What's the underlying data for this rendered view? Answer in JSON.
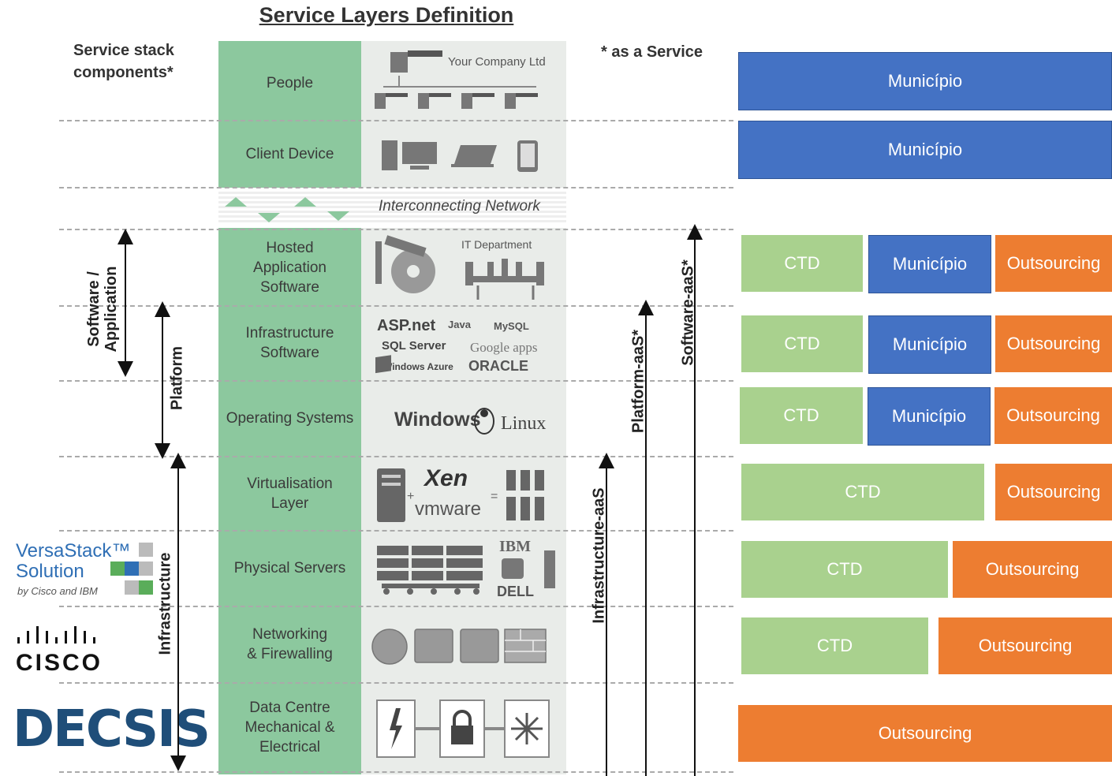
{
  "diagram": {
    "title": "Service Layers Definition",
    "stack_header": "Service stack\ncomponents*",
    "aas_header": "* as a Service",
    "network_label": "Interconnecting Network",
    "layers": [
      {
        "label": "People",
        "icon_text": "Your Company Ltd"
      },
      {
        "label": "Client Device",
        "icon_text": ""
      },
      {
        "label": "Hosted\nApplication\nSoftware",
        "icon_text": "IT Department"
      },
      {
        "label": "Infrastructure\nSoftware",
        "icon_text": ""
      },
      {
        "label": "Operating Systems",
        "icon_text": ""
      },
      {
        "label": "Virtualisation\nLayer",
        "icon_text": ""
      },
      {
        "label": "Physical Servers",
        "icon_text": ""
      },
      {
        "label": "Networking\n& Firewalling",
        "icon_text": ""
      },
      {
        "label": "Data Centre\nMechanical &\nElectrical",
        "icon_text": ""
      }
    ],
    "vendor_logos": {
      "aspnet": "ASP.net",
      "java": "Java",
      "mysql": "MySQL",
      "sqlserver": "SQL Server",
      "googleapps": "Google apps",
      "azure": "Windows Azure",
      "oracle": "ORACLE",
      "windows": "Windows",
      "linux": "Linux",
      "xen": "Xen",
      "vmware": "vmware",
      "ibm": "IBM",
      "dell": "DELL"
    },
    "left_ranges": [
      "Software /\nApplication",
      "Platform",
      "Infrastructure"
    ],
    "right_ranges": [
      "Infrastructure-aaS",
      "Platform-aaS*",
      "Software-aaS*"
    ],
    "left_logos": {
      "versastack_name": "VersaStack™\nSolution",
      "versastack_sub": "by Cisco and IBM",
      "cisco": "CISCO",
      "decsis": "DECSIS"
    }
  },
  "responsibility": {
    "colors": {
      "municipio": "#4472c4",
      "ctd": "#a9d18e",
      "outsourcing": "#ed7d31"
    },
    "rows": [
      {
        "cells": [
          "Município"
        ]
      },
      {
        "cells": [
          "Município"
        ]
      },
      {
        "cells": [
          "CTD",
          "Município",
          "Outsourcing"
        ]
      },
      {
        "cells": [
          "CTD",
          "Município",
          "Outsourcing"
        ]
      },
      {
        "cells": [
          "CTD",
          "Município",
          "Outsourcing"
        ]
      },
      {
        "cells": [
          "CTD",
          "Outsourcing"
        ]
      },
      {
        "cells": [
          "CTD",
          "Outsourcing"
        ]
      },
      {
        "cells": [
          "CTD",
          "Outsourcing"
        ]
      },
      {
        "cells": [
          "Outsourcing"
        ]
      }
    ]
  }
}
